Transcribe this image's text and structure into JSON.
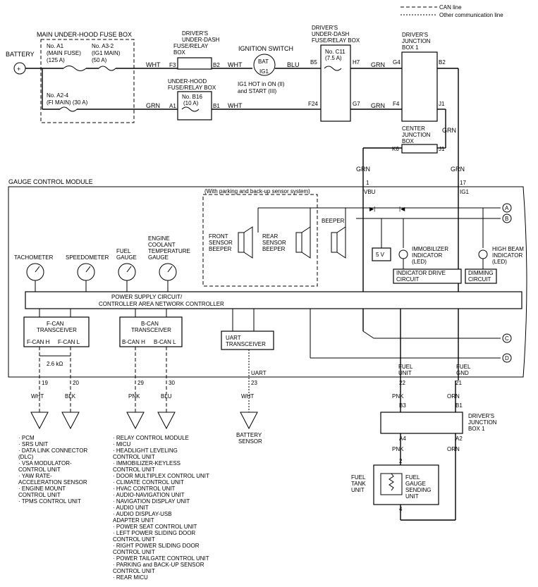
{
  "legend": {
    "can_line": "CAN line",
    "other_line": "Other communication line"
  },
  "battery": "BATTERY",
  "main_fuse_box": {
    "title": "MAIN UNDER-HOOD FUSE BOX",
    "a1_no": "No. A1",
    "a1_name": "(MAIN FUSE)",
    "a1_amp": "(125 A)",
    "a3_no": "No. A3-2",
    "a3_name": "(IG1 MAIN)",
    "a3_amp": "(50 A)",
    "a2_no": "No. A2-4",
    "a2_name": "(FI MAIN) (30 A)"
  },
  "dash_relay_box": {
    "title_1": "DRIVER'S",
    "title_2": "UNDER-DASH",
    "title_3": "FUSE/RELAY",
    "title_4": "BOX",
    "f3": "F3",
    "b2": "B2"
  },
  "hood_relay_box": {
    "title_1": "UNDER-HOOD",
    "title_2": "FUSE/RELAY BOX",
    "fuse_no": "No. B16",
    "fuse_amp": "(10 A)",
    "a1": "A1",
    "b1": "B1"
  },
  "ignition": {
    "title": "IGNITION SWITCH",
    "bat": "BAT",
    "ig1": "IG1",
    "note_1": "IG1 HOT in ON (II)",
    "note_2": "and START (III)"
  },
  "dash_fuse_box": {
    "title_1": "DRIVER'S",
    "title_2": "UNDER-DASH",
    "title_3": "FUSE/RELAY BOX",
    "fuse_no": "No. C11",
    "fuse_amp": "(7.5 A)",
    "b5": "B5",
    "h7": "H7",
    "f24": "F24",
    "g7": "G7"
  },
  "junction_box_1": {
    "title_1": "DRIVER'S",
    "title_2": "JUNCTION",
    "title_3": "BOX 1",
    "g4": "G4",
    "b2": "B2",
    "f4": "F4",
    "j1": "J1"
  },
  "center_junction": {
    "title_1": "CENTER",
    "title_2": "JUNCTION",
    "title_3": "BOX",
    "k6": "K6",
    "j1": "J1"
  },
  "wires": {
    "wht": "WHT",
    "grn": "GRN",
    "blu": "BLU",
    "blk": "BLK",
    "pnk": "PNK",
    "orn": "ORN"
  },
  "gcm": {
    "title": "GAUGE CONTROL MODULE",
    "pin1": "1",
    "pin1_name": "VBU",
    "pin17": "17",
    "pin17_name": "IG1",
    "sensor_system": "(With parking and back-up sensor system)",
    "front_beeper_1": "FRONT",
    "front_beeper_2": "SENSOR",
    "front_beeper_3": "BEEPER",
    "rear_beeper_1": "REAR",
    "rear_beeper_2": "SENSOR",
    "rear_beeper_3": "BEEPER",
    "beeper": "BEEPER",
    "five_v": "5 V",
    "immob_1": "IMMOBILIZER",
    "immob_2": "INDICATOR",
    "immob_3": "(LED)",
    "highbeam_1": "HIGH BEAM",
    "highbeam_2": "INDICATOR",
    "highbeam_3": "(LED)",
    "indicator_drive_1": "INDICATOR DRIVE",
    "indicator_drive_2": "CIRCUIT",
    "dimming_1": "DIMMING",
    "dimming_2": "CIRCUIT",
    "tachometer": "TACHOMETER",
    "speedometer": "SPEEDOMETER",
    "fuel_gauge_1": "FUEL",
    "fuel_gauge_2": "GAUGE",
    "coolant_1": "ENGINE",
    "coolant_2": "COOLANT",
    "coolant_3": "TEMPERATURE",
    "coolant_4": "GAUGE",
    "power_1": "POWER SUPPLY CIRCUIT/",
    "power_2": "CONTROLLER AREA NETWORK CONTROLLER",
    "fcan_1": "F-CAN",
    "fcan_2": "TRANSCEIVER",
    "fcan_h": "F-CAN H",
    "fcan_l": "F-CAN L",
    "resistor": "2.6 kΩ",
    "bcan_1": "B-CAN",
    "bcan_2": "TRANSCEIVER",
    "bcan_h": "B-CAN H",
    "bcan_l": "B-CAN L",
    "uart_1": "UART",
    "uart_2": "TRANSCEIVER",
    "uart_pin": "UART",
    "fuel_unit_1": "FUEL",
    "fuel_unit_2": "UNIT",
    "fuel_gnd_1": "FUEL",
    "fuel_gnd_2": "GND",
    "pin19": "19",
    "pin20": "20",
    "pin29": "29",
    "pin30": "30",
    "pin23": "23",
    "pin22": "22",
    "pin21": "21",
    "conn_a": "A",
    "conn_b": "B",
    "conn_c": "C",
    "conn_d": "D"
  },
  "junction_box_lower": {
    "title_1": "DRIVER'S",
    "title_2": "JUNCTION",
    "title_3": "BOX 1",
    "b3": "B3",
    "b1": "B1",
    "a4": "A4",
    "a2": "A2"
  },
  "fuel_tank": {
    "unit_1": "FUEL",
    "unit_2": "TANK",
    "unit_3": "UNIT",
    "sender_1": "FUEL",
    "sender_2": "GAUGE",
    "sender_3": "SENDING",
    "sender_4": "UNIT",
    "pin2": "2",
    "pin4": "4"
  },
  "battery_sensor": {
    "line_1": "BATTERY",
    "line_2": "SENSOR"
  },
  "fcan_units": [
    "· PCM",
    "· SRS UNIT",
    "· DATA LINK CONNECTOR",
    "  (DLC)",
    "· VSA MODULATOR-",
    "  CONTROL UNIT",
    "· YAW RATE-",
    "  ACCELERATION SENSOR",
    "· ENGINE MOUNT",
    "  CONTROL UNIT",
    "· TPMS CONTROL UNIT"
  ],
  "bcan_units": [
    "· RELAY CONTROL MODULE",
    "· MICU",
    "· HEADLIGHT LEVELING",
    "  CONTROL UNIT",
    "· IMMOBILIZER-KEYLESS",
    "  CONTROL UNIT",
    "· DOOR MULTIPLEX CONTROL UNIT",
    "· CLIMATE CONTROL UNIT",
    "· HVAC CONTROL UNIT",
    "· AUDIO-NAVIGATION UNIT",
    "· NAVIGATION DISPLAY UNIT",
    "· AUDIO UNIT",
    "· AUDIO DISPLAY-USB",
    "  ADAPTER UNIT",
    "· POWER SEAT CONTROL UNIT",
    "· LEFT POWER SLIDING DOOR",
    "  CONTROL UNIT",
    "· RIGHT POWER SLIDING DOOR",
    "  CONTROL UNIT",
    "· POWER TAILGATE CONTROL UNIT",
    "· PARKING and BACK-UP SENSOR",
    "  CONTROL UNIT",
    "· REAR MICU"
  ]
}
